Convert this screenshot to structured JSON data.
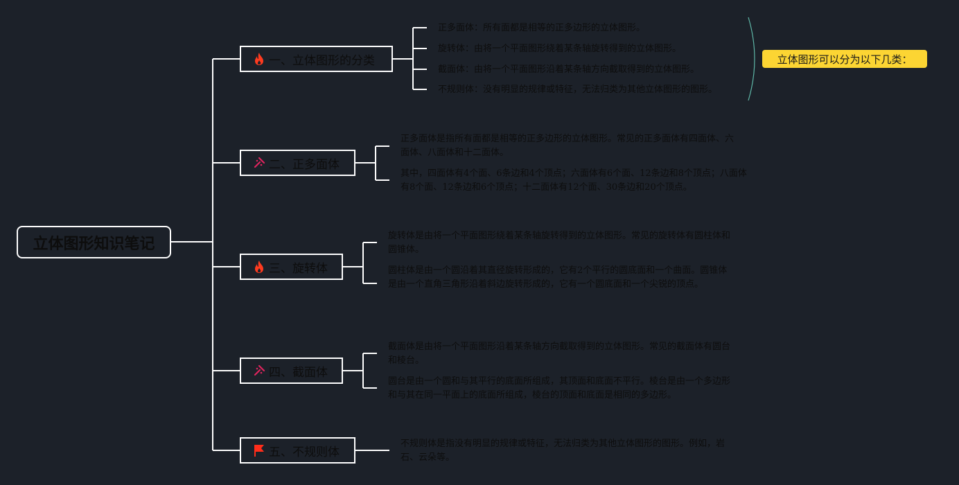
{
  "root": {
    "title": "立体图形知识笔记"
  },
  "summary": {
    "label": "立体图形可以分为以下几类："
  },
  "colors": {
    "background": "#1c2129",
    "line": "#ffffff",
    "bracket": "#5fb8a8",
    "summary_bg": "#fcd533",
    "fire": "#ff3b1f",
    "pin": "#e0245e",
    "flag": "#ff2d1a"
  },
  "branches": [
    {
      "label": "一、立体图形的分类",
      "icon": "fire-icon",
      "items": [
        "正多面体：所有面都是相等的正多边形的立体图形。",
        "旋转体：由将一个平面图形绕着某条轴旋转得到的立体图形。",
        "截面体：由将一个平面图形沿着某条轴方向截取得到的立体图形。",
        "不规则体：没有明显的规律或特征，无法归类为其他立体图形的图形。"
      ]
    },
    {
      "label": "二、正多面体",
      "icon": "pin-icon",
      "items": [
        "正多面体是指所有面都是相等的正多边形的立体图形。常见的正多面体有四面体、六面体、八面体和十二面体。",
        "其中，四面体有4个面、6条边和4个顶点；六面体有6个面、12条边和8个顶点；八面体有8个面、12条边和6个顶点；十二面体有12个面、30条边和20个顶点。"
      ]
    },
    {
      "label": "三、旋转体",
      "icon": "fire-icon",
      "items": [
        "旋转体是由将一个平面图形绕着某条轴旋转得到的立体图形。常见的旋转体有圆柱体和圆锥体。",
        "圆柱体是由一个圆沿着其直径旋转形成的，它有2个平行的圆底面和一个曲面。圆锥体是由一个直角三角形沿着斜边旋转形成的，它有一个圆底面和一个尖锐的顶点。"
      ]
    },
    {
      "label": "四、截面体",
      "icon": "pin-icon",
      "items": [
        "截面体是由将一个平面图形沿着某条轴方向截取得到的立体图形。常见的截面体有圆台和棱台。",
        "圆台是由一个圆和与其平行的底面所组成，其顶面和底面不平行。棱台是由一个多边形和与其在同一平面上的底面所组成，棱台的顶面和底面是相同的多边形。"
      ]
    },
    {
      "label": "五、不规则体",
      "icon": "flag-icon",
      "items": [
        "不规则体是指没有明显的规律或特征，无法归类为其他立体图形的图形。例如，岩石、云朵等。"
      ]
    }
  ]
}
